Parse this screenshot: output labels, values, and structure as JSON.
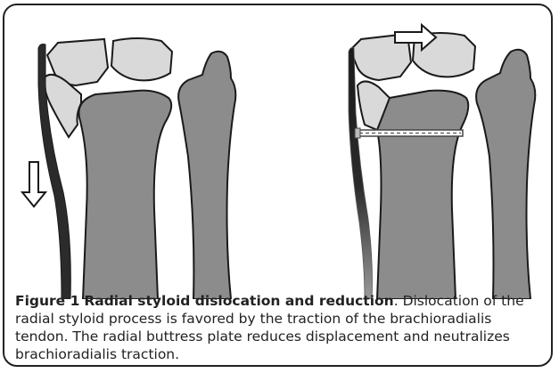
{
  "figure": {
    "label": "Figure 1",
    "title": "Radial styloid dislocation and reduction",
    "caption_text": "Dislocation of the radial styloid process is favored by the traction of the brachioradialis tendon. The radial buttress plate reduces displacement and neutralizes brachioradialis traction."
  },
  "colors": {
    "bone_light": "#d9d9d9",
    "bone_dark": "#8c8c8c",
    "outline": "#1a1a1a",
    "tendon": "#2b2b2b"
  },
  "icons": {
    "left_panel_arrow": "down-arrow-icon",
    "right_panel_arrow": "right-arrow-icon"
  }
}
